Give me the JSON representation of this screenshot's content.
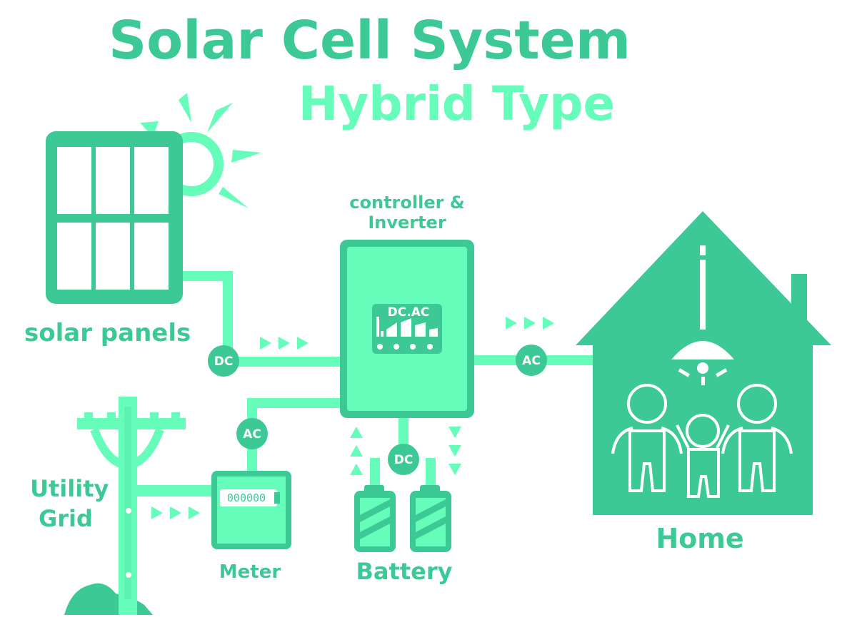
{
  "title": "Solar Cell System",
  "subtitle": "Hybrid Type",
  "labels": {
    "solar_panels": "solar panels",
    "controller_line1": "controller &",
    "controller_line2": "Inverter",
    "utility_line1": "Utility",
    "utility_line2": "Grid",
    "meter": "Meter",
    "battery": "Battery",
    "home": "Home"
  },
  "badges": {
    "panel_dc": "DC",
    "home_ac": "AC",
    "grid_ac": "AC",
    "battery_dc": "DC"
  },
  "inverter_display": "DC.AC",
  "meter_reading": "000000",
  "colors": {
    "dark": "#3cc995",
    "light": "#66fcb9",
    "white": "#ffffff"
  }
}
